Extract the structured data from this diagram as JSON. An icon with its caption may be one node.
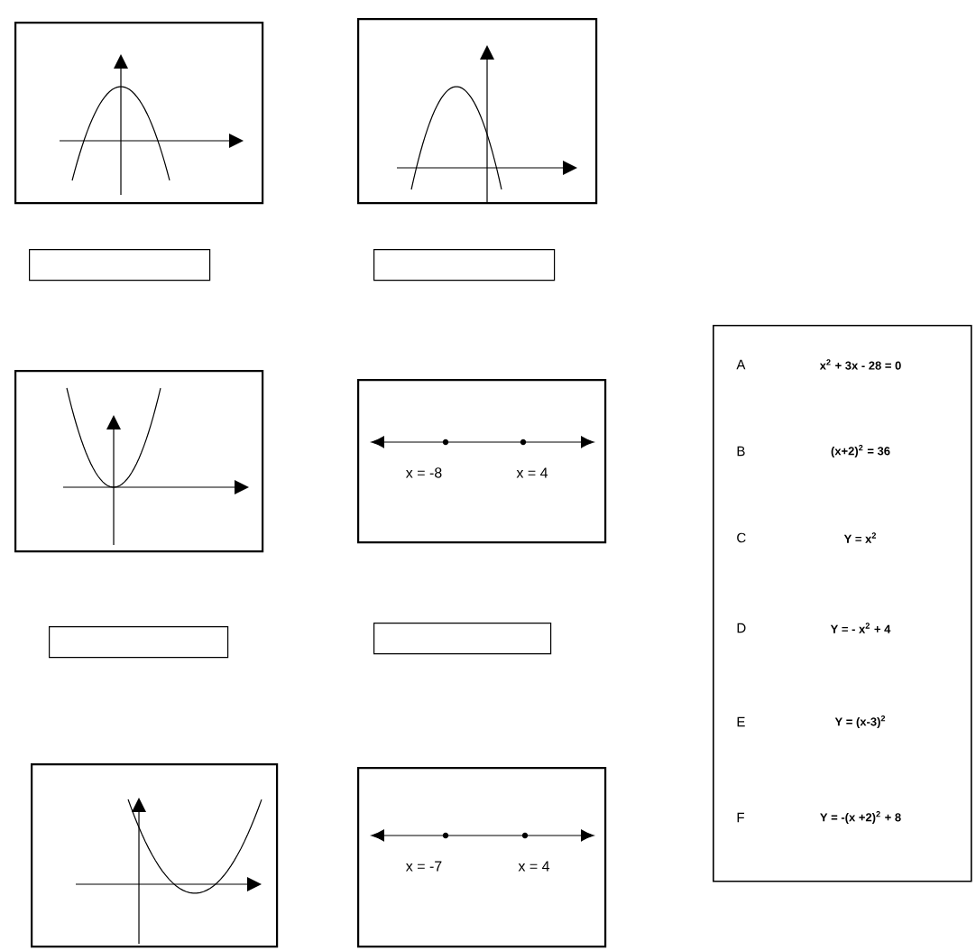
{
  "diagram": {
    "nodes": [
      {
        "text": [],
        "shape": "picture"
      },
      {
        "text": [],
        "shape": "picture"
      },
      {
        "text": [],
        "shape": "box"
      },
      {
        "text": [],
        "shape": "box"
      },
      {
        "text": [],
        "shape": "picture"
      },
      {
        "text": [
          "x = -8",
          "x = 4"
        ]
      },
      {
        "text": [
          "A",
          "x$^{2}$ + 3x - 28 = 0",
          "B",
          "(x+2)$^{2}$ = 36",
          "C",
          "Y = x$^{2}$",
          "D",
          "Y = - x$^{2}$ + 4",
          "E",
          "Y = (x-3)$^{2}$",
          "F",
          "Y = -(x +2)$^{2}$ + 8"
        ]
      },
      {
        "text": [],
        "shape": "box"
      },
      {
        "text": [],
        "shape": "box"
      },
      {
        "text": [],
        "shape": "picture"
      },
      {
        "text": [
          "x = -7",
          "x = 4"
        ]
      }
    ],
    "edges": []
  }
}
